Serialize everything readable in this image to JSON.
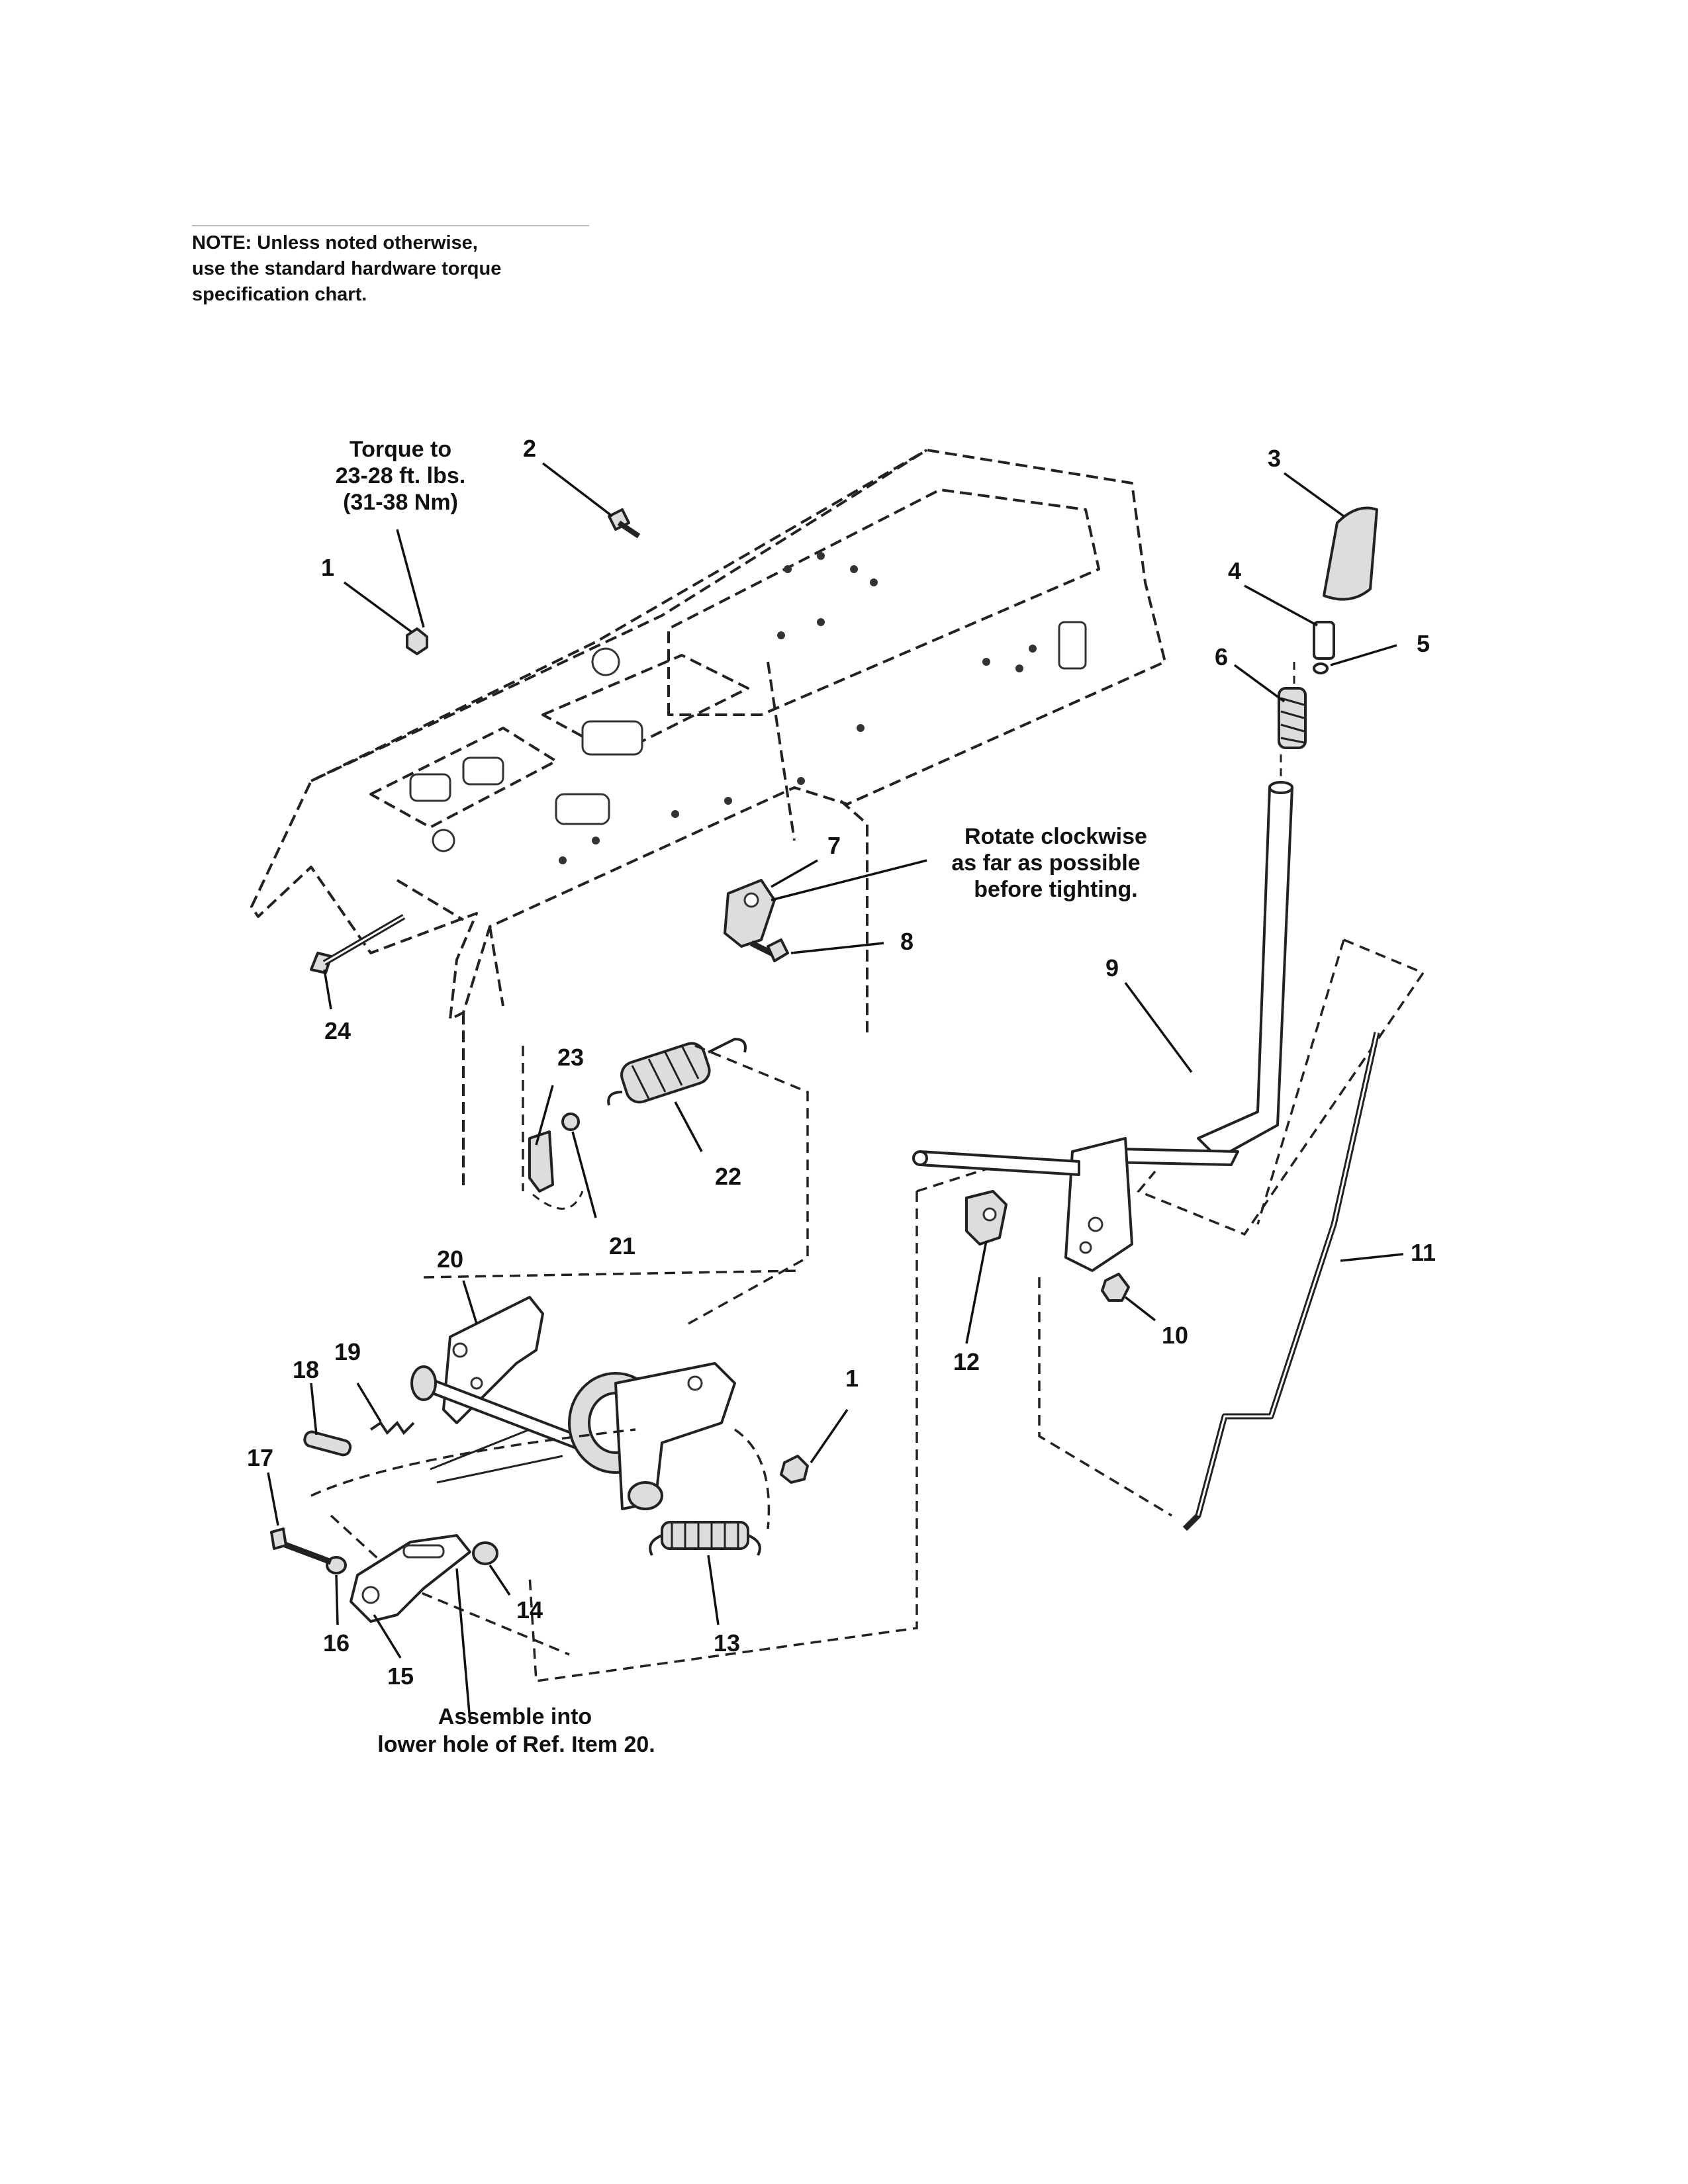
{
  "note": {
    "lines": [
      "NOTE: Unless noted otherwise,",
      "use the standard hardware torque",
      "specification chart."
    ]
  },
  "callouts": {
    "torque": [
      "Torque to",
      "23-28 ft. lbs.",
      "(31-38 Nm)"
    ],
    "rotate": [
      "Rotate clockwise",
      "as far as possible",
      "before tighting."
    ],
    "assemble": [
      "Assemble into",
      "lower hole of Ref. Item 20."
    ]
  },
  "parts": {
    "p1a": "1",
    "p1b": "1",
    "p2": "2",
    "p3": "3",
    "p4": "4",
    "p5": "5",
    "p6": "6",
    "p7": "7",
    "p8": "8",
    "p9": "9",
    "p10": "10",
    "p11": "11",
    "p12": "12",
    "p13": "13",
    "p14": "14",
    "p15": "15",
    "p16": "16",
    "p17": "17",
    "p18": "18",
    "p19": "19",
    "p20": "20",
    "p21": "21",
    "p22": "22",
    "p23": "23",
    "p24": "24"
  }
}
